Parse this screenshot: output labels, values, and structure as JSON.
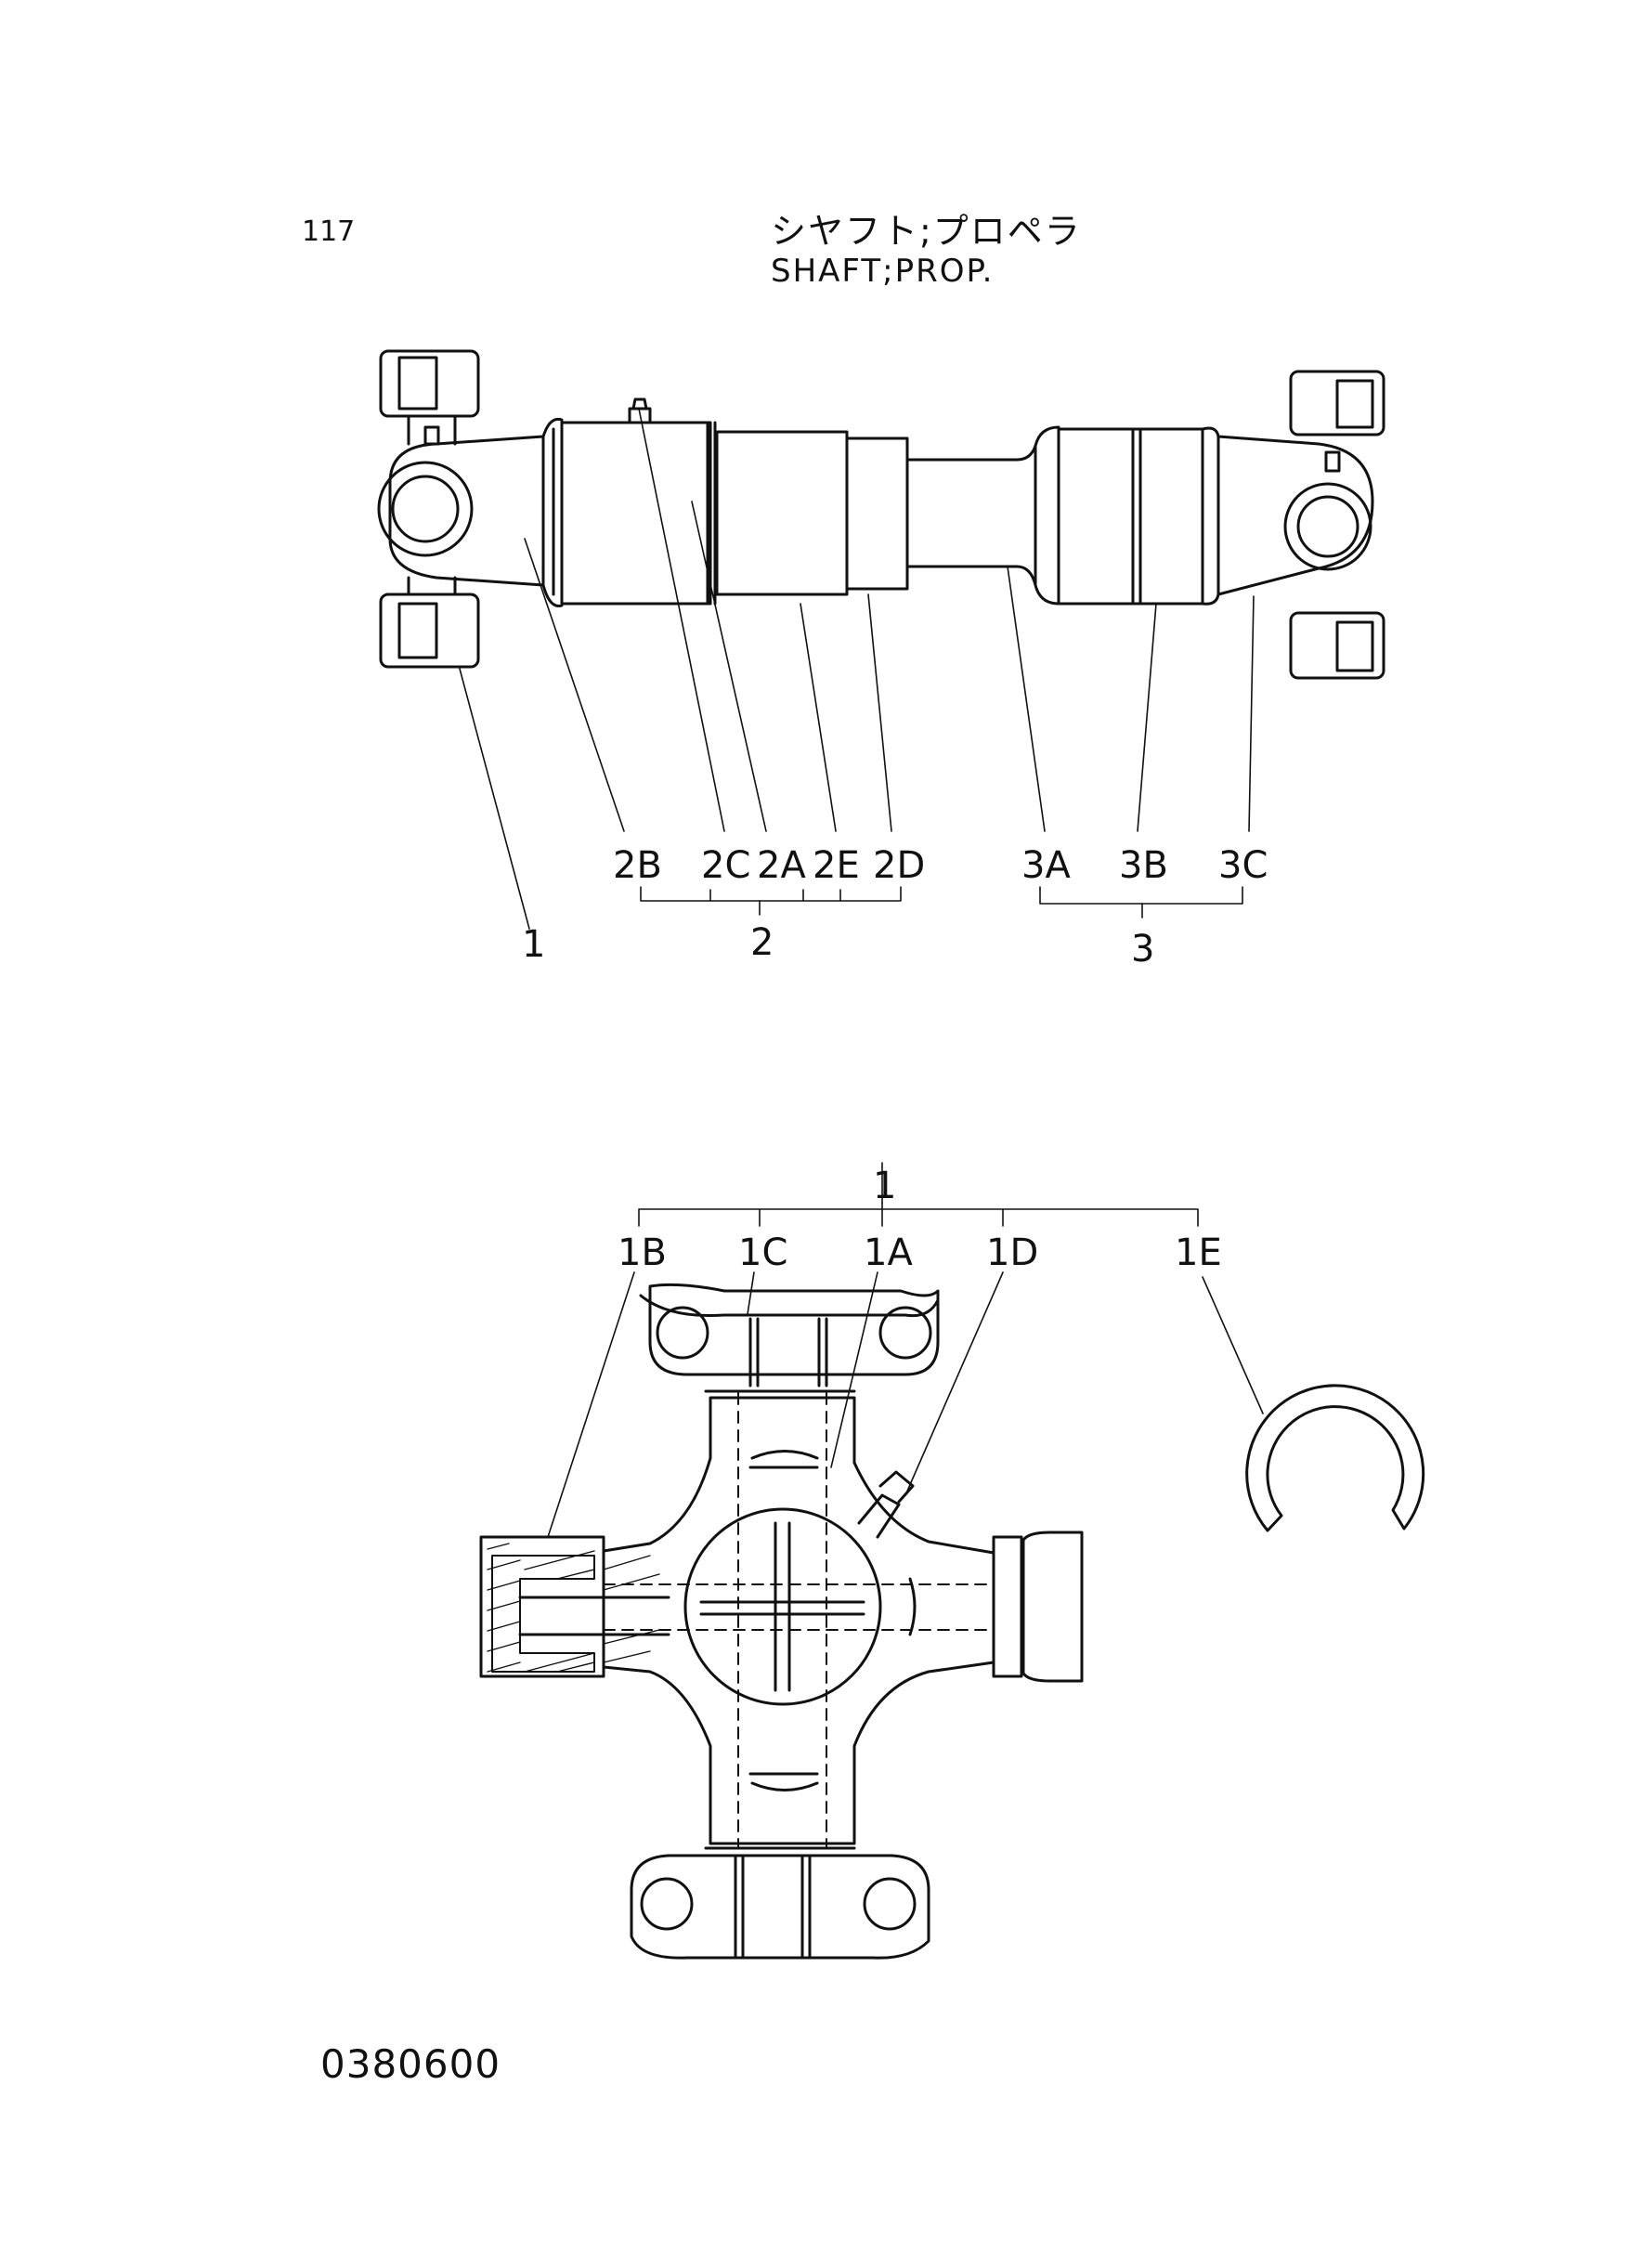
{
  "header": {
    "page_number": "117",
    "title_jp": "シヤフト;プロペラ",
    "title_en": "SHAFT;PROP."
  },
  "footer": {
    "drawing_number": "0380600"
  },
  "upper_diagram": {
    "callouts": {
      "c1": "1",
      "c2B": "2B",
      "c2C": "2C",
      "c2A": "2A",
      "c2E": "2E",
      "c2D": "2D",
      "c2": "2",
      "c3A": "3A",
      "c3B": "3B",
      "c3C": "3C",
      "c3": "3"
    }
  },
  "lower_diagram": {
    "callouts": {
      "c1": "1",
      "c1B": "1B",
      "c1C": "1C",
      "c1A": "1A",
      "c1D": "1D",
      "c1E": "1E"
    }
  }
}
